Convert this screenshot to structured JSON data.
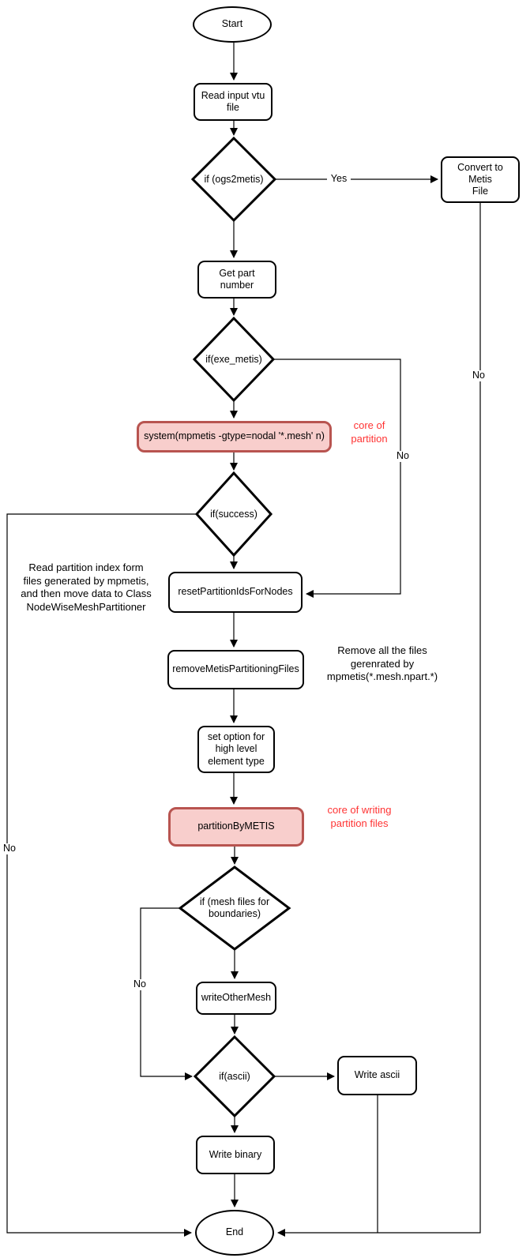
{
  "flowchart": {
    "nodes": {
      "start": "Start",
      "read_vtu": "Read input vtu\nfile",
      "ogs2metis": "if (ogs2metis)",
      "convert_metis": "Convert to Metis\nFile",
      "get_part": "Get part number",
      "exe_metis": "if(exe_metis)",
      "system_mpmetis": "system(mpmetis -gtype=nodal '*.mesh' n)",
      "success": "if(success)",
      "reset_partition": "resetPartitionIdsForNodes",
      "remove_files": "removeMetisPartitioningFiles",
      "set_option": "set option for\nhigh level\nelement type",
      "partition_by_metis": "partitionByMETIS",
      "mesh_boundaries": "if (mesh files for\nboundaries)",
      "write_other_mesh": "writeOtherMesh",
      "ascii": "if(ascii)",
      "write_ascii": "Write ascii",
      "write_binary": "Write binary",
      "end": "End"
    },
    "edge_labels": {
      "ogs2metis_yes": "Yes",
      "convert_no": "No",
      "exe_metis_no": "No",
      "success_no": "No",
      "boundaries_no": "No"
    },
    "annotations": {
      "core_partition": "core of\npartition",
      "read_partition_note": "Read partition index form\nfiles generated by mpmetis,\nand then move data to Class\nNodeWiseMeshPartitioner",
      "remove_note": "Remove all the files\ngerenrated by\nmpmetis(*.mesh.npart.*)",
      "core_writing": "core of writing\npartition files"
    },
    "colors": {
      "highlight_fill": "#f8cecc",
      "highlight_border": "#b85450",
      "annotation_red": "#ff3333",
      "line": "#000000"
    }
  }
}
